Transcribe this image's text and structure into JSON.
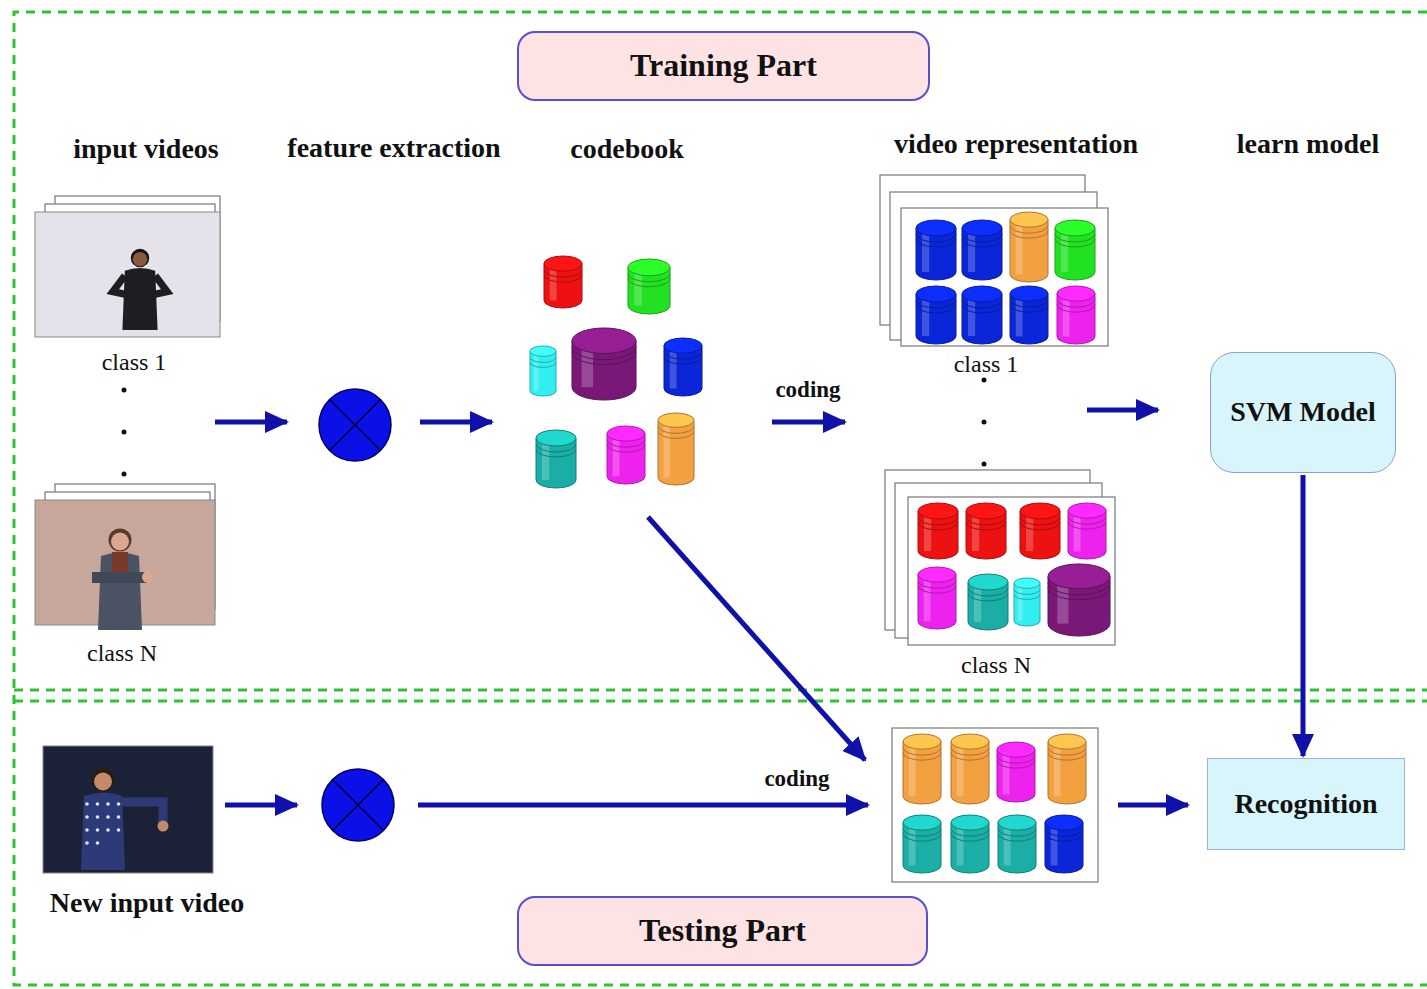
{
  "diagram": {
    "nodes": [
      {
        "text": [
          "Training Part"
        ]
      },
      {
        "text": [
          "SVM Model"
        ]
      },
      {
        "text": [
          "Recognition"
        ]
      },
      {
        "text": [
          "Testing Part"
        ]
      }
    ],
    "edges": [
      {
        "from": 1,
        "to": 2,
        "arrow": "to"
      }
    ],
    "labels": [
      "input videos",
      "feature extraction",
      "codebook",
      "video representation",
      "learn model",
      "class 1",
      "class N",
      "coding",
      "class 1",
      "class N",
      "New input video",
      "coding"
    ]
  }
}
